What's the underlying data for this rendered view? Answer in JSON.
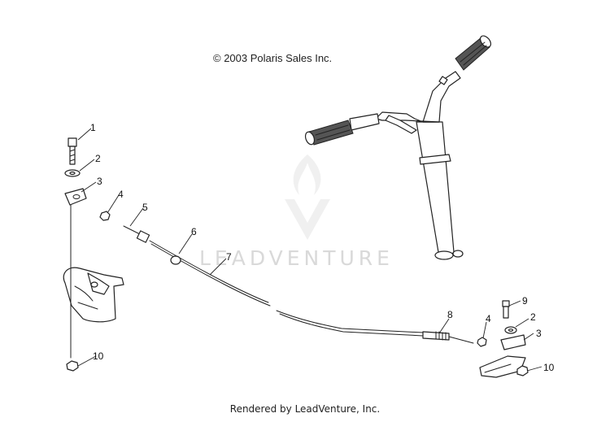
{
  "copyright": "© 2003 Polaris Sales Inc.",
  "watermark": "LEADVENTURE",
  "footer": "Rendered by LeadVenture, Inc.",
  "callouts": {
    "c1": "1",
    "c2": "2",
    "c3": "3",
    "c4": "4",
    "c5": "5",
    "c6": "6",
    "c7": "7",
    "c8": "8",
    "c9": "9",
    "c10": "10",
    "c4b": "4",
    "c2b": "2",
    "c3b": "3",
    "c10b": "10"
  }
}
